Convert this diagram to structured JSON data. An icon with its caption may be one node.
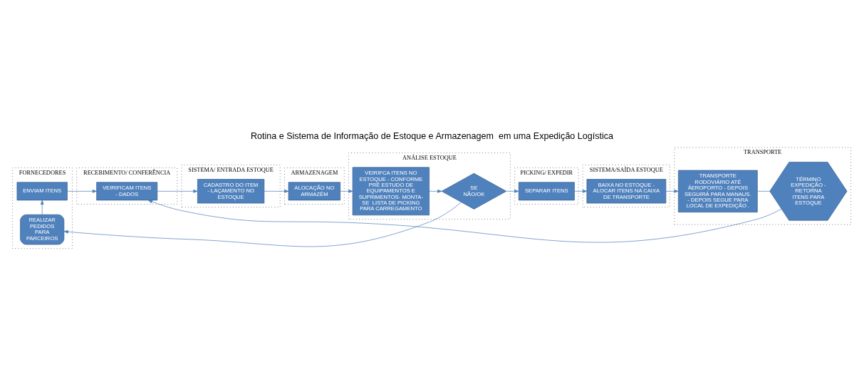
{
  "diagram": {
    "title": "Rotina e Sistema de Informação de Estoque e Armazenagem  em uma Expedição Logística",
    "nodes": [
      {
        "text": [
          "FORNECEDORES"
        ]
      },
      {
        "text": [
          "RECEBIMENTO/ CONFERÊNCIA"
        ]
      },
      {
        "text": [
          "SISTEMA/ ENTRADA ESTOQUE"
        ]
      },
      {
        "text": [
          "ARMAZENAGEM"
        ]
      },
      {
        "text": [
          "ANÁLISE ESTOQUE"
        ]
      },
      {
        "text": [
          "PICKING/ EXPEDIR"
        ]
      },
      {
        "text": [
          "SISTEMA/SAÍDA ESTOQUE"
        ]
      },
      {
        "text": [
          "TRANSPORTE"
        ]
      },
      {
        "text": [
          "ENVIAM ITENS"
        ],
        "in": 0
      },
      {
        "text": [
          "REALIZAR PEDIDOS PARA PARCEIROS"
        ],
        "in": 0
      },
      {
        "text": [
          "VEIRIFICAM ITENS - DADOS"
        ],
        "in": 1
      },
      {
        "text": [
          "CADASTRO DO ITEM - LAÇAMENTO NO ESTOQUE"
        ],
        "in": 2
      },
      {
        "text": [
          "ALOCAÇÃO NO ARMAZÉM"
        ],
        "in": 3
      },
      {
        "text": [
          "VEIRIFCA ITENS NO ESTOQUE - CONFORME PRÉ ESTUDO DE EQUIPAMENTOS E SUPRIMENTOS- MONTA-SE  LISTA DE PICKING PARA CARREGAMENTO"
        ],
        "in": 4
      },
      {
        "text": [
          "SE NÃO/OK"
        ],
        "in": 4
      },
      {
        "text": [
          "SEPARAR ITENS"
        ],
        "in": 5
      },
      {
        "text": [
          "BAIXA NO ESTOQUE - ALOCAR ITENS NA CAIXA DE TRANSPORTE"
        ],
        "in": 6
      },
      {
        "text": [
          "TRANSPORTE RODOVIÁRIO ATÉ ÁEROPORTO - DEPOIS SEGUIRÁ PARA MANAUS. - DEPOIS SEGUE PARA LOCAL DE EXPEDIÇÃO ."
        ],
        "in": 7
      },
      {
        "text": [
          "TÉRMINO EXPEDIÇÃO - RETORNA ITENS PARA ESTOQUE"
        ],
        "in": 7
      }
    ],
    "edges": [
      {
        "from": 8,
        "to": 10,
        "arrow": "to"
      },
      {
        "from": 10,
        "to": 11,
        "arrow": "to"
      },
      {
        "from": 11,
        "to": 12,
        "arrow": "to"
      },
      {
        "from": 12,
        "to": 13,
        "arrow": "to"
      },
      {
        "from": 13,
        "to": 14,
        "arrow": "to"
      },
      {
        "from": 14,
        "to": 9,
        "arrow": "to"
      },
      {
        "from": 14,
        "to": 15,
        "arrow": "to"
      },
      {
        "from": 15,
        "to": 16,
        "arrow": "to"
      },
      {
        "from": 16,
        "to": 17,
        "arrow": "to"
      },
      {
        "from": 17,
        "to": 18,
        "arrow": "none"
      },
      {
        "from": 18,
        "to": 10,
        "arrow": "to"
      },
      {
        "from": 9,
        "to": 8,
        "arrow": "to"
      }
    ]
  }
}
